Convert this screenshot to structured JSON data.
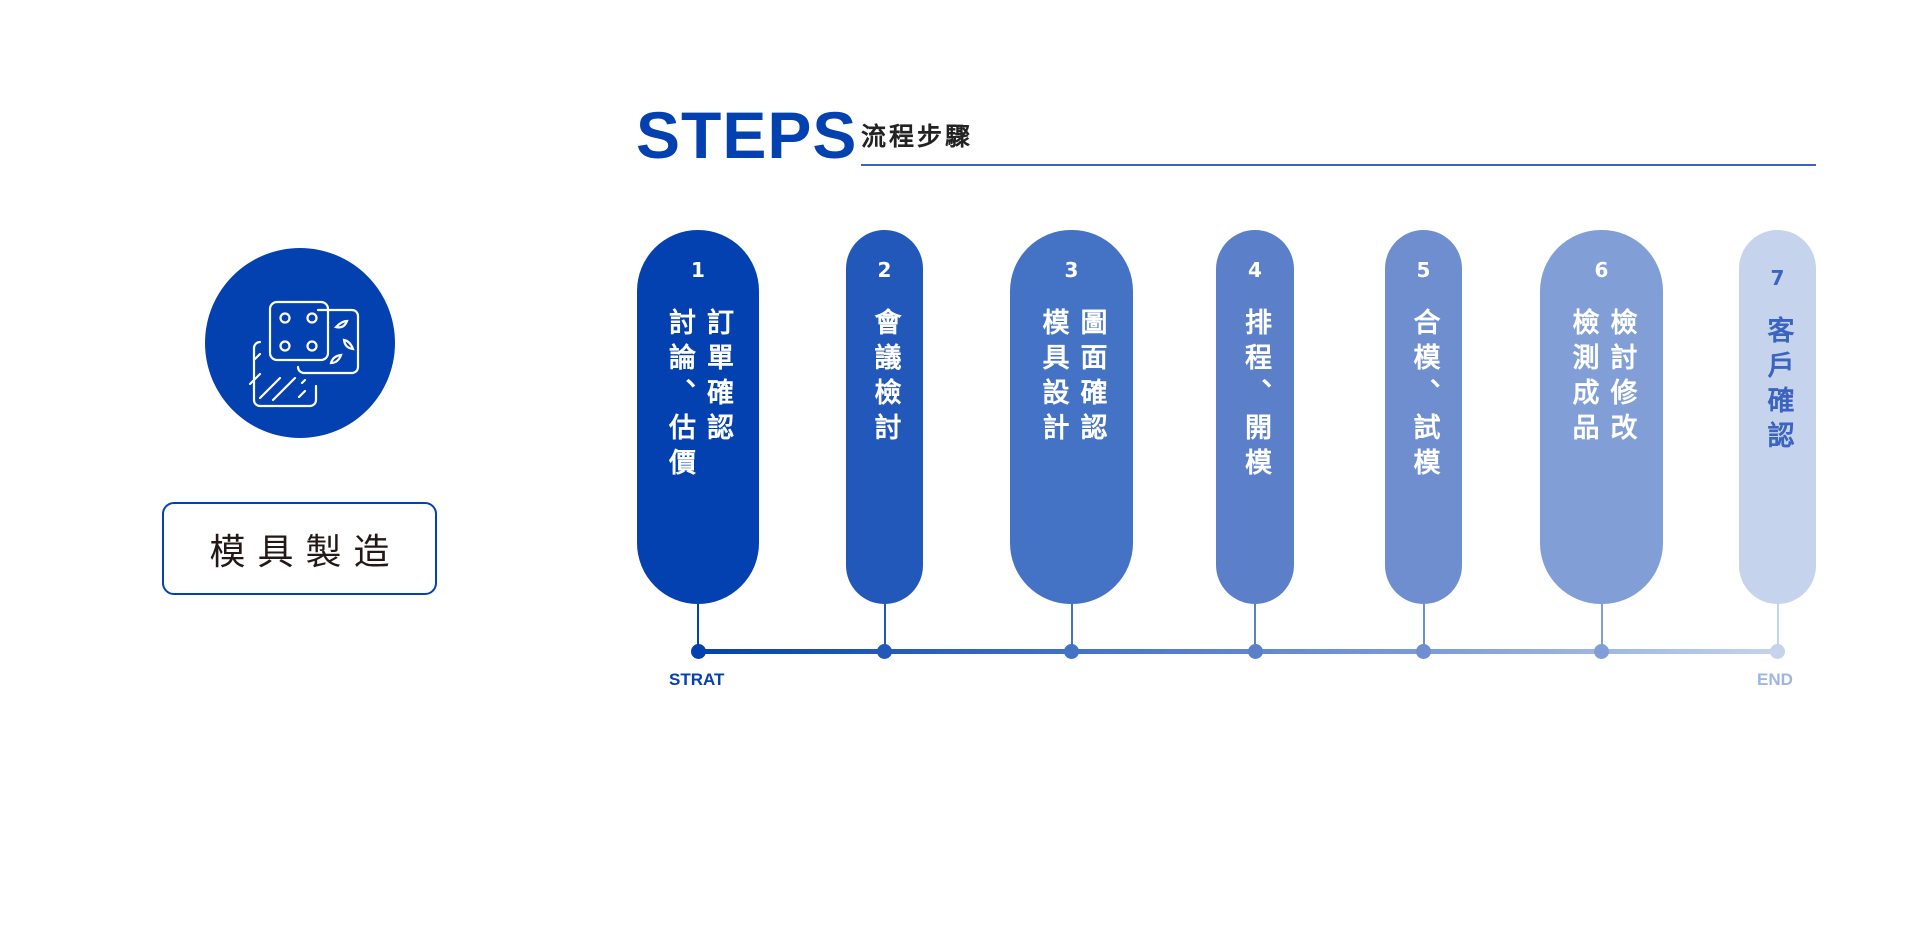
{
  "header": {
    "title": "STEPS",
    "subtitle": "流程步驟"
  },
  "category": {
    "label": "模具製造",
    "icon": "dice-icon"
  },
  "steps": [
    {
      "number": "1",
      "columns": [
        "討論、估價",
        "訂單確認"
      ],
      "color": "#0340b0",
      "text_color": "#ffffff"
    },
    {
      "number": "2",
      "columns": [
        "會議檢討"
      ],
      "color": "#2358bb",
      "text_color": "#ffffff"
    },
    {
      "number": "3",
      "columns": [
        "模具設計",
        "圖面確認"
      ],
      "color": "#4472c4",
      "text_color": "#ffffff"
    },
    {
      "number": "4",
      "columns": [
        "排程、開模"
      ],
      "color": "#5b80c9",
      "text_color": "#ffffff"
    },
    {
      "number": "5",
      "columns": [
        "合模、試模"
      ],
      "color": "#6e8ecf",
      "text_color": "#ffffff"
    },
    {
      "number": "6",
      "columns": [
        "檢測成品",
        "檢討修改"
      ],
      "color": "#819fd6",
      "text_color": "#ffffff"
    },
    {
      "number": "7",
      "columns": [
        "客戶確認"
      ],
      "color": "#c5d3ec",
      "text_color": "#3b64c0"
    }
  ],
  "timeline": {
    "start_label": "STRAT",
    "end_label": "END",
    "start_color": "#0340b0",
    "end_color": "#9fb5e2"
  }
}
